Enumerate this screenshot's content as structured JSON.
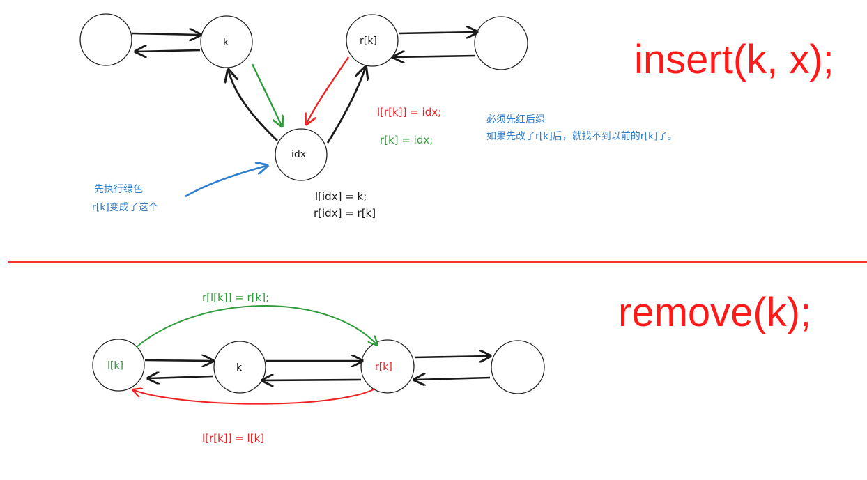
{
  "titles": {
    "insert": "insert(k, x);",
    "remove": "remove(k);"
  },
  "insert": {
    "nodes": {
      "left_empty": "",
      "k": "k",
      "rk": "r[k]",
      "right_empty": "",
      "idx": "idx"
    },
    "code_red": "l[r[k]] = idx;",
    "code_green": "r[k] = idx;",
    "note_line1": "必须先红后绿",
    "note_line2": "如果先改了r[k]后，就找不到以前的r[k]了。",
    "hint_line1": "先执行绿色",
    "hint_line2": "r[k]变成了这个",
    "code_black_line1": "l[idx] = k;",
    "code_black_line2": "r[idx] = r[k]"
  },
  "remove": {
    "nodes": {
      "lk": "l[k]",
      "k": "k",
      "rk": "r[k]",
      "right_empty": ""
    },
    "code_green": "r[l[k]] = r[k];",
    "code_red": "l[r[k]] = l[k]"
  },
  "colors": {
    "red": "#ee2222",
    "green": "#2e9c3a",
    "blue": "#2f7fcf",
    "black": "#1a1a1a",
    "divider": "#ee3333"
  }
}
